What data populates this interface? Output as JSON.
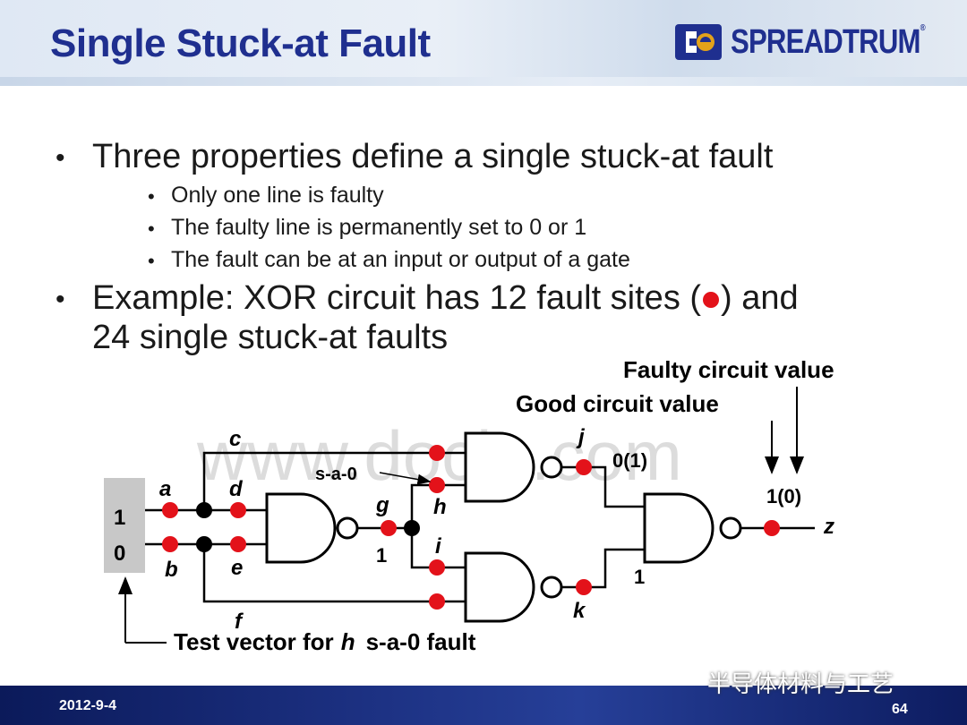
{
  "slide": {
    "title": "Single Stuck-at Fault",
    "logo_text": "SPREADTRUM",
    "logo_reg": "®",
    "bullets": [
      {
        "text": "Three properties define a single stuck-at fault"
      },
      {
        "text_before": "Example: XOR circuit has 12 fault sites (",
        "text_after": ") and",
        "line2": "24 single stuck-at faults"
      }
    ],
    "sub_bullets": [
      "Only one line is faulty",
      "The faulty line is permanently set to 0 or 1",
      "The fault can be at an input or output of a gate"
    ],
    "bullet_char": "•",
    "sub_bullet_char": "•",
    "date": "2012-9-4",
    "page_number": "64",
    "watermark_text": "www.docin.com",
    "brand_watermark": "半导体材料与工艺"
  },
  "circuit": {
    "labels": {
      "faulty_circuit_value": "Faulty circuit value",
      "good_circuit_value": "Good circuit value",
      "test_vector_caption_a": "Test vector for",
      "test_vector_caption_h": "h",
      "test_vector_caption_b": "s-a-0 fault",
      "sa0": "s-a-0",
      "input1": "1",
      "input0": "0",
      "node_a": "a",
      "node_b": "b",
      "node_c": "c",
      "node_d": "d",
      "node_e": "e",
      "node_f": "f",
      "node_g": "g",
      "node_h": "h",
      "node_i": "i",
      "node_j": "j",
      "node_k": "k",
      "node_z": "z",
      "g_value": "1",
      "j_value": "0(1)",
      "k_value": "1",
      "z_value": "1(0)"
    },
    "colors": {
      "fault_site": "#e3121a",
      "fanout": "#000000",
      "input_box": "#c8c8c8"
    }
  }
}
